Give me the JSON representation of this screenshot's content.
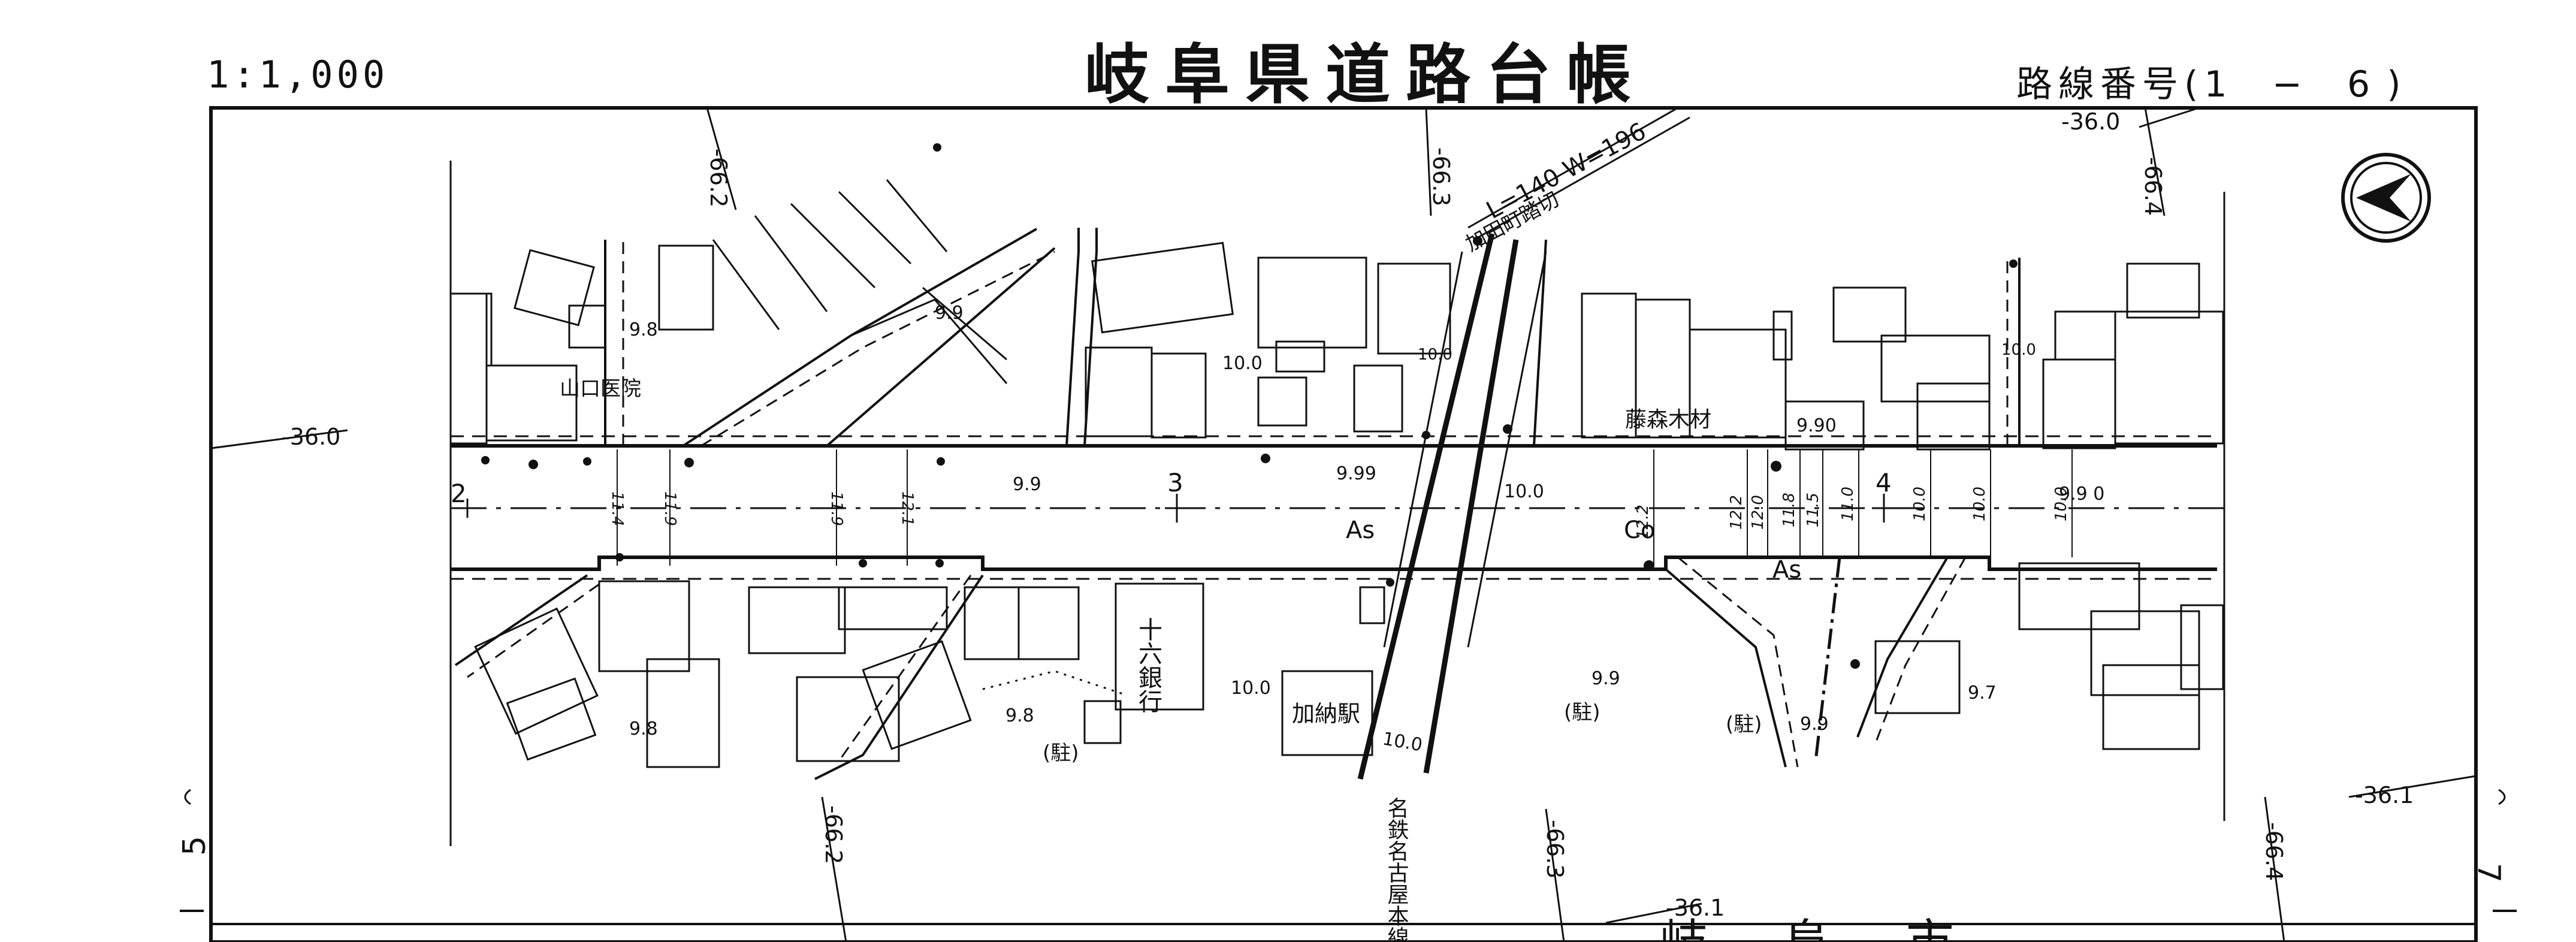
{
  "header": {
    "scale": "1:1,000",
    "title": "岐阜県道路台帳",
    "route_label": "路線番号(",
    "route_number": "1 − 6",
    "route_close": ")"
  },
  "edge_labels": {
    "left": "5",
    "right": "7"
  },
  "map": {
    "grid_coords": {
      "top_left": "-66.2",
      "top_mid": "-66.3",
      "top_right": "-66.4",
      "bottom_left": "-66.2",
      "bottom_mid": "-66.3",
      "bottom_right": "-66.4",
      "left_y": "-36.0",
      "top_y": "-36.0",
      "right_y": "-36.1",
      "bottom_y": "-36.1"
    },
    "crossing": {
      "dimension": "L=140 W=196",
      "name": "加田町踏切"
    },
    "railway": "名鉄名古屋本線",
    "buildings": {
      "clinic": "山口医院",
      "bank": "十六銀行",
      "station": "加納駅",
      "lumber": "藤森木材"
    },
    "parking": [
      "(駐)",
      "(駐)",
      "(駐)"
    ],
    "surface": {
      "asphalt": "As",
      "concrete": "Co",
      "asphalt2": "As"
    },
    "stations": [
      "2",
      "3",
      "4"
    ],
    "widths_top": [
      "9.8",
      "9.9",
      "10.0",
      "10.0",
      "9.90",
      "10.0"
    ],
    "widths_mid": [
      "9.9",
      "9.99",
      "10.0",
      "9.9 0"
    ],
    "widths_bottom": [
      "9.8",
      "9.8",
      "10.0",
      "10.0",
      "9.9",
      "9.9",
      "9.7"
    ],
    "cross_widths": [
      "11.4",
      "11.9",
      "11.9",
      "12.1",
      "12.2",
      "12.2",
      "12.0",
      "11.8",
      "11.5",
      "11.0",
      "10.0",
      "10.0",
      "10.0"
    ],
    "bottom_text": "岐 阜 市"
  }
}
